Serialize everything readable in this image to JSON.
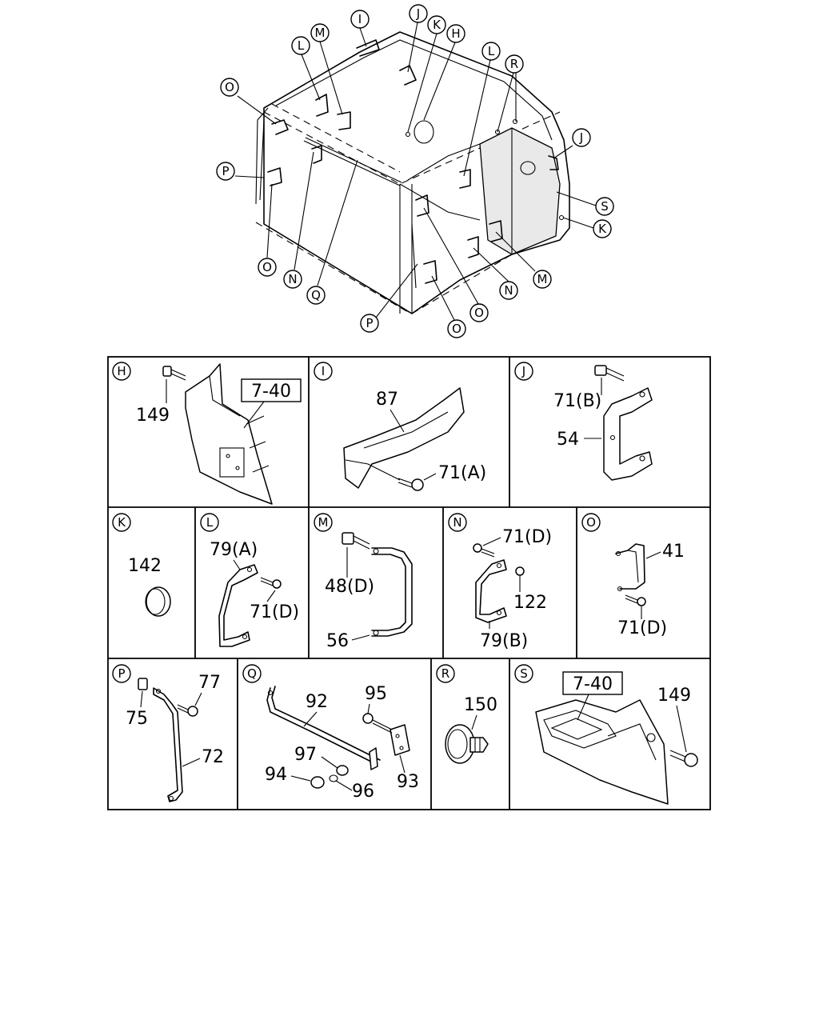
{
  "overview": {
    "callouts": [
      "I",
      "J",
      "K",
      "H",
      "L",
      "M",
      "L",
      "R",
      "O",
      "J",
      "P",
      "S",
      "K",
      "O",
      "N",
      "M",
      "N",
      "Q",
      "P",
      "O",
      "O"
    ]
  },
  "panels": {
    "H": {
      "letter": "H",
      "labels": [
        "149"
      ],
      "ref": "7-40"
    },
    "I": {
      "letter": "I",
      "labels": [
        "87",
        "71(A)"
      ]
    },
    "J": {
      "letter": "J",
      "labels": [
        "71(B)",
        "54"
      ]
    },
    "K": {
      "letter": "K",
      "labels": [
        "142"
      ]
    },
    "L": {
      "letter": "L",
      "labels": [
        "79(A)",
        "71(D)"
      ]
    },
    "M": {
      "letter": "M",
      "labels": [
        "48(D)",
        "56"
      ]
    },
    "N": {
      "letter": "N",
      "labels": [
        "71(D)",
        "122",
        "79(B)"
      ]
    },
    "O": {
      "letter": "O",
      "labels": [
        "41",
        "71(D)"
      ]
    },
    "P": {
      "letter": "P",
      "labels": [
        "77",
        "75",
        "72"
      ]
    },
    "Q": {
      "letter": "Q",
      "labels": [
        "95",
        "92",
        "97",
        "93",
        "94",
        "96"
      ]
    },
    "R": {
      "letter": "R",
      "labels": [
        "150"
      ]
    },
    "S": {
      "letter": "S",
      "labels": [
        "149"
      ],
      "ref": "7-40"
    }
  }
}
